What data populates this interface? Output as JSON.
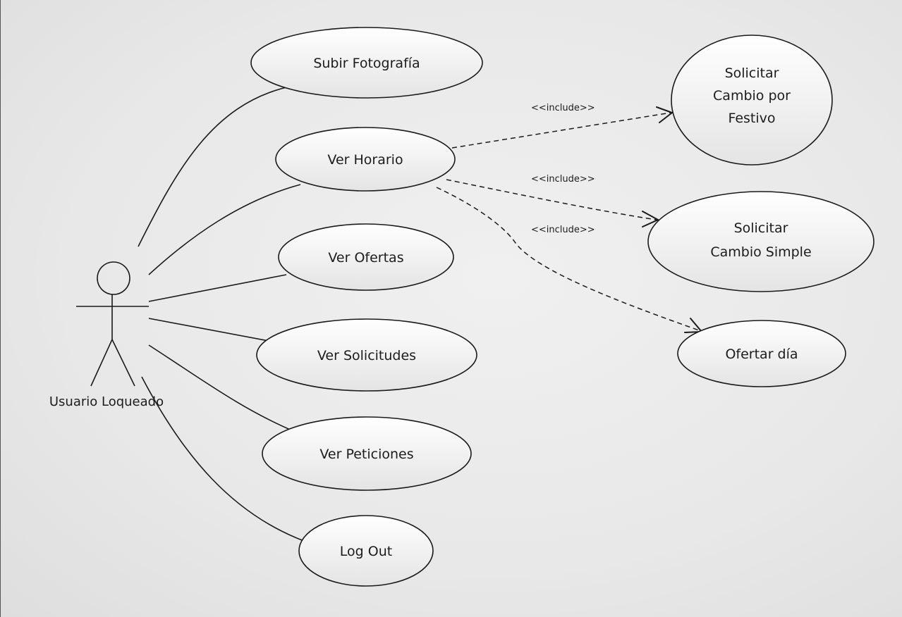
{
  "actor": {
    "name": "Usuario Loqueado"
  },
  "use_cases": {
    "subir_fotografia": "Subir Fotografía",
    "ver_horario": "Ver Horario",
    "ver_ofertas": "Ver Ofertas",
    "ver_solicitudes": "Ver Solicitudes",
    "ver_peticiones": "Ver Peticiones",
    "log_out": "Log Out",
    "solicitar_cambio_festivo": [
      "Solicitar",
      "Cambio por",
      "Festivo"
    ],
    "solicitar_cambio_simple": [
      "Solicitar",
      "Cambio Simple"
    ],
    "ofertar_dia": "Ofertar día"
  },
  "relations": {
    "include_festivo": "<<include>>",
    "include_simple": "<<include>>",
    "include_ofertar": "<<include>>"
  },
  "colors": {
    "stroke": "#1a1a1a",
    "ellipse_top": "#ffffff",
    "ellipse_bottom": "#e4e4e4",
    "background": "#e9e9e9"
  }
}
